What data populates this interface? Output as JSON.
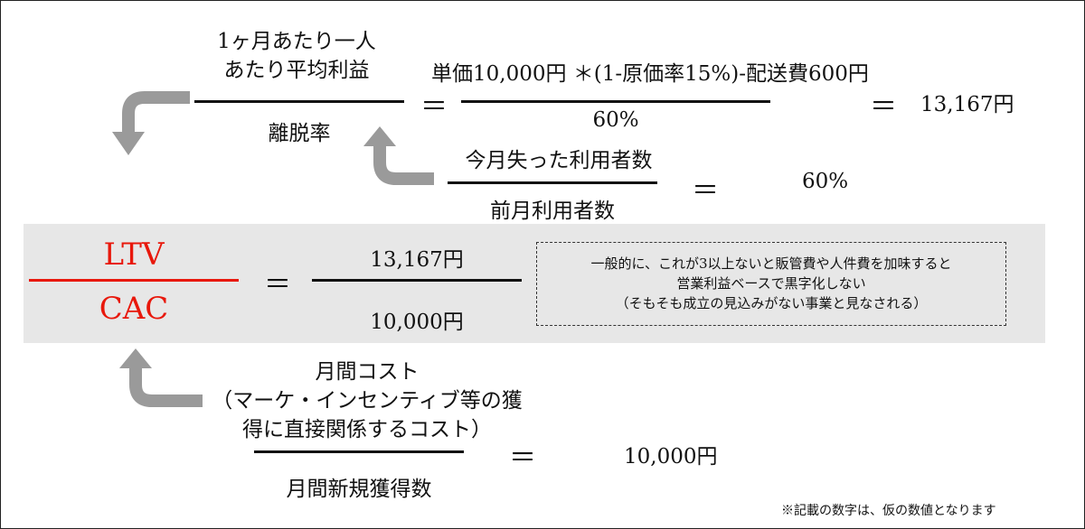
{
  "ltv_formula": {
    "numerator": [
      "1ヶ月あたり一人",
      "あたり平均利益"
    ],
    "denominator": "離脱率",
    "equals": "＝",
    "detail_numerator": "単価10,000円 ＊(1-原価率15%)-配送費600円",
    "detail_denominator": "60%",
    "result_equals": "＝",
    "result": "13,167円"
  },
  "churn_formula": {
    "numerator": "今月失った利用者数",
    "denominator": "前月利用者数",
    "equals": "＝",
    "result": "60%"
  },
  "ratio": {
    "ltv_label": "LTV",
    "cac_label": "CAC",
    "equals": "＝",
    "numerator": "13,167円",
    "denominator": "10,000円",
    "note": [
      "一般的に、これが3以上ないと販管費や人件費を加味すると",
      "営業利益ベースで黒字化しない",
      "（そもそも成立の見込みがない事業と見なされる）"
    ],
    "accent_color": "#e8180c"
  },
  "cac_formula": {
    "numerator": [
      "月間コスト",
      "（マーケ・インセンティブ等の獲",
      "得に直接関係するコスト）"
    ],
    "denominator": "月間新規獲得数",
    "equals": "＝",
    "result": "10,000円"
  },
  "footnote": "※記載の数字は、仮の数値となります",
  "icons": {
    "arrow": "curved-arrow-icon"
  }
}
